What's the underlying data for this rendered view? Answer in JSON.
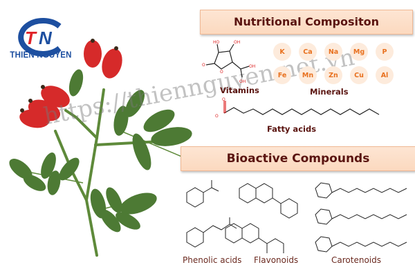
{
  "logo": {
    "initials": "TN",
    "brand_name": "THIEN NGUYEN"
  },
  "nutritional": {
    "title": "Nutritional   Compositon",
    "vitamins_label": "Vitamins",
    "minerals_label": "Minerals",
    "fatty_acids_label": "Fatty acids",
    "minerals": [
      "K",
      "Ca",
      "Na",
      "Mg",
      "P",
      "Fe",
      "Mn",
      "Zn",
      "Cu",
      "Al"
    ]
  },
  "bioactive": {
    "title": "Bioactive   Compounds",
    "phenolic_label": "Phenolic acids",
    "flavonoids_label": "Flavonoids",
    "carotenoids_label": "Carotenoids"
  },
  "watermark": "https://thiennguyen.net.vn",
  "colors": {
    "banner_bg": "#fde5d3",
    "banner_text": "#5a1410",
    "mineral_bg": "#fdebdc",
    "mineral_text": "#e8711f",
    "logo_blue": "#1d4fa0",
    "logo_red": "#e0242a"
  }
}
